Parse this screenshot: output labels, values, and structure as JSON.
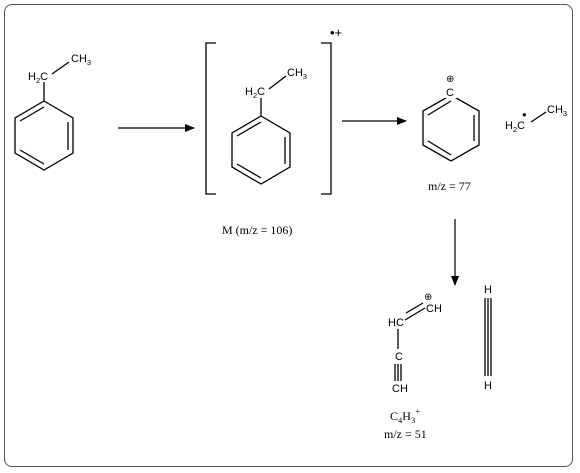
{
  "species": {
    "ethylbenzene": {
      "ch2": "H",
      "ch2_sub": "2",
      "ch2_c": "C",
      "ch3": "CH",
      "ch3_sub": "3"
    },
    "radical_cation": {
      "ch2": "H",
      "ch2_sub": "2",
      "ch2_c": "C",
      "ch3": "CH",
      "ch3_sub": "3",
      "charge": "•+",
      "label": "M (m/z = 106)"
    },
    "phenyl_cation": {
      "carbon": "C",
      "charge": "⊕",
      "label": "m/z = 77"
    },
    "ethyl_radical": {
      "ch2": "H",
      "ch2_sub": "2",
      "ch2_c": "C",
      "dot": "•",
      "ch3": "CH",
      "ch3_sub": "3"
    },
    "c4h3_cation": {
      "hc": "HC",
      "ch_plus": "CH",
      "charge": "⊕",
      "c": "C",
      "ch_end": "CH",
      "formula_c": "C",
      "formula_c_sub": "4",
      "formula_h": "H",
      "formula_h_sub": "3",
      "formula_charge": "+",
      "label": "m/z = 51"
    },
    "acetylene": {
      "h_top": "H",
      "h_bottom": "H"
    }
  }
}
